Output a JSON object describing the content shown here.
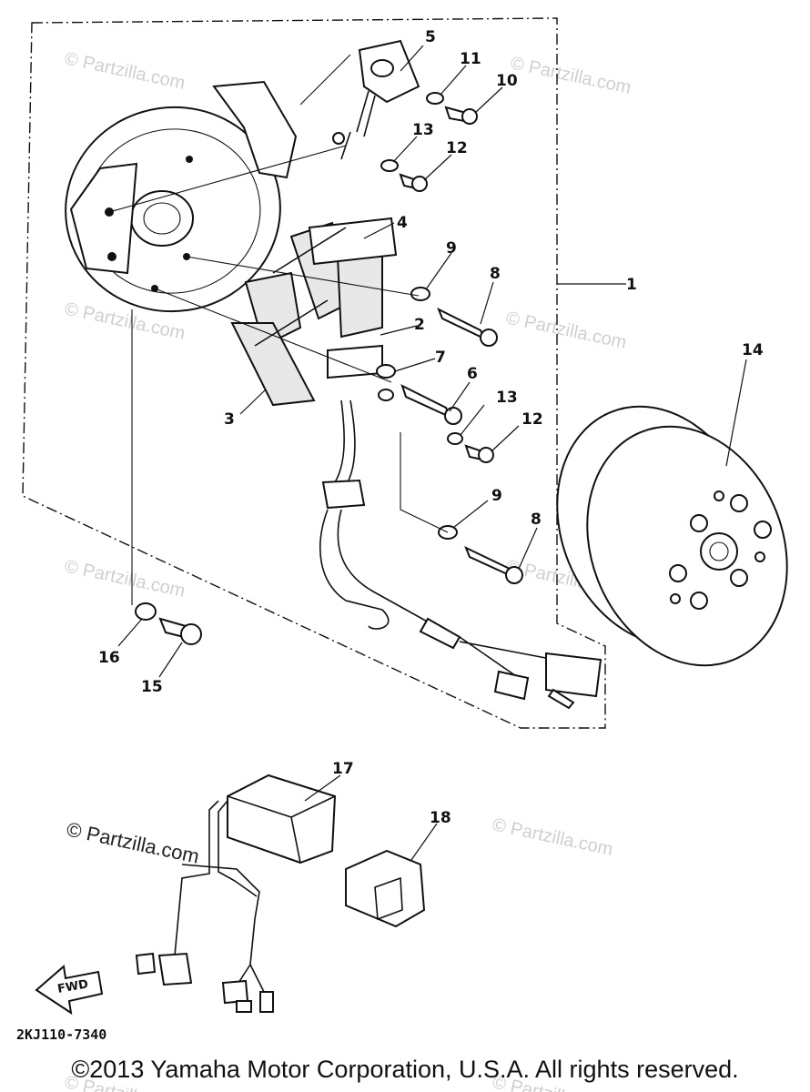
{
  "diagram": {
    "callouts": [
      {
        "id": "1",
        "label": "1"
      },
      {
        "id": "2",
        "label": "2"
      },
      {
        "id": "3",
        "label": "3"
      },
      {
        "id": "4",
        "label": "4"
      },
      {
        "id": "5",
        "label": "5"
      },
      {
        "id": "6",
        "label": "6"
      },
      {
        "id": "7",
        "label": "7"
      },
      {
        "id": "8a",
        "label": "8"
      },
      {
        "id": "8b",
        "label": "8"
      },
      {
        "id": "9a",
        "label": "9"
      },
      {
        "id": "9b",
        "label": "9"
      },
      {
        "id": "10",
        "label": "10"
      },
      {
        "id": "11",
        "label": "11"
      },
      {
        "id": "12a",
        "label": "12"
      },
      {
        "id": "12b",
        "label": "12"
      },
      {
        "id": "13a",
        "label": "13"
      },
      {
        "id": "13b",
        "label": "13"
      },
      {
        "id": "14",
        "label": "14"
      },
      {
        "id": "15",
        "label": "15"
      },
      {
        "id": "16",
        "label": "16"
      },
      {
        "id": "17",
        "label": "17"
      },
      {
        "id": "18",
        "label": "18"
      }
    ],
    "fwd_arrow_label": "FWD",
    "figure_code": "2KJ110-7340",
    "watermark_text": "© Partzilla.com",
    "copyright": "©2013 Yamaha Motor Corporation, U.S.A. All rights reserved."
  }
}
